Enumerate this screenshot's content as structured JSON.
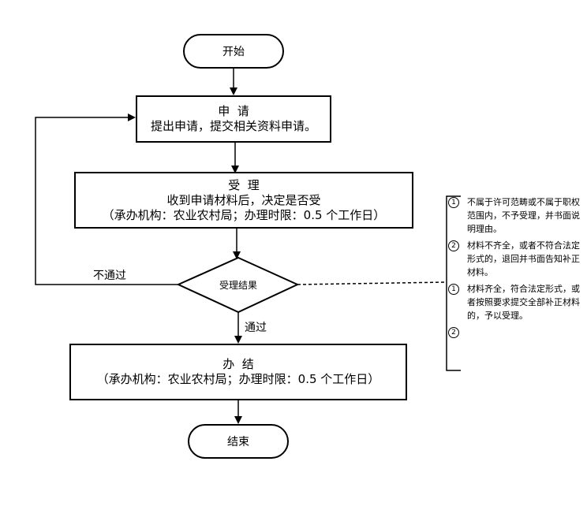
{
  "nodes": {
    "start": "开始",
    "apply": {
      "title": "申  请",
      "desc": "提出申请，提交相关资料申请。"
    },
    "accept": {
      "title": "受  理",
      "desc": "收到申请材料后，决定是否受",
      "info": "（承办机构：农业农村局；办理时限：0.5 个工作日）"
    },
    "decision": "受理结果",
    "handle": {
      "title": "办  结",
      "info": "（承办机构：农业农村局；办理时限：0.5 个工作日）"
    },
    "end": "结束"
  },
  "edges": {
    "reject_label": "不通过",
    "pass_label": "通过"
  },
  "notes": [
    {
      "num": "1",
      "text": "不属于许可范畴或不属于职权范围内，不予受理，并书面说明理由。"
    },
    {
      "num": "2",
      "text": "材料不齐全，或者不符合法定形式的，退回并书面告知补正材料。"
    },
    {
      "num": "1",
      "text": "材料齐全，符合法定形式，或者按照要求提交全部补正材料的，予以受理。"
    },
    {
      "num": "2",
      "text": ""
    }
  ]
}
